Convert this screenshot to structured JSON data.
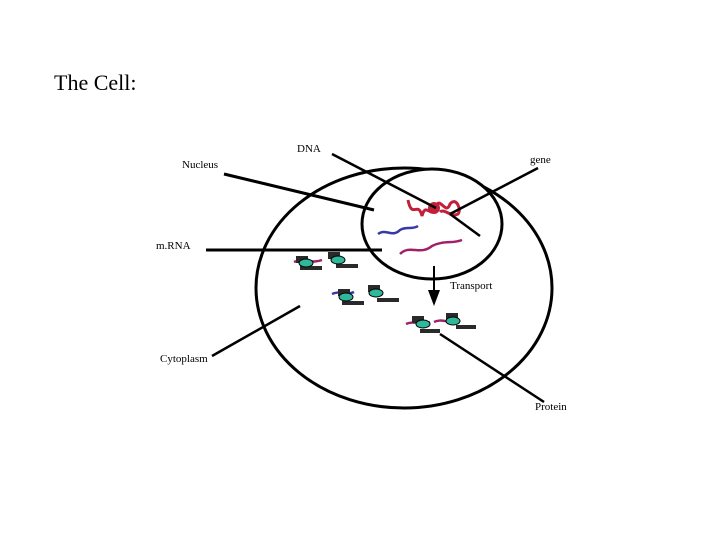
{
  "title": "The Cell:",
  "labels": {
    "dna": "DNA",
    "gene": "gene",
    "nucleus": "Nucleus",
    "mrna": "m.RNA",
    "transport": "Transport",
    "cytoplasm": "Cytoplasm",
    "protein": "Protein"
  },
  "colors": {
    "outline": "#000000",
    "dna": "#c0203a",
    "mrna_blue": "#3838a8",
    "mrna_magenta": "#a0206a",
    "ribosome_body": "#2a2a2a",
    "ribosome_core": "#2fb89a"
  }
}
